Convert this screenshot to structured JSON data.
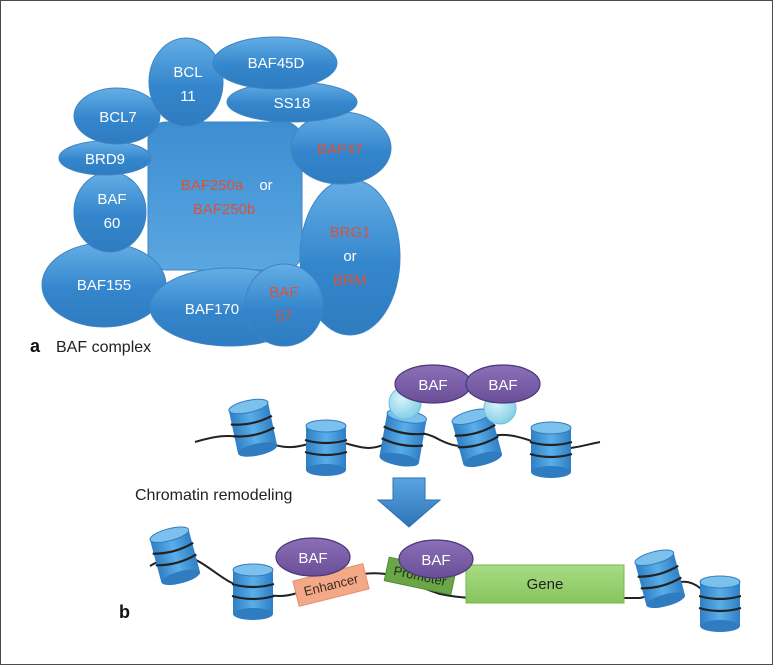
{
  "panel_a": {
    "letter": "a",
    "caption": "BAF complex",
    "subunits": {
      "bcl11_line1": "BCL",
      "bcl11_line2": "11",
      "baf45d": "BAF45D",
      "ss18": "SS18",
      "bcl7": "BCL7",
      "brd9": "BRD9",
      "baf60_line1": "BAF",
      "baf60_line2": "60",
      "baf47": "BAF47",
      "baf250a": "BAF250a",
      "baf250_or": "or",
      "baf250b": "BAF250b",
      "brg1": "BRG1",
      "brg_or": "or",
      "brm": "BRM",
      "baf155": "BAF155",
      "baf170": "BAF170",
      "baf57_line1": "BAF",
      "baf57_line2": "57"
    }
  },
  "panel_b": {
    "letter": "b",
    "process_label": "Chromatin remodeling",
    "top_baf_left": "BAF",
    "top_baf_right": "BAF",
    "bottom_baf_left": "BAF",
    "bottom_baf_right": "BAF",
    "enhancer": "Enhancer",
    "promoter": "Promoter",
    "gene": "Gene"
  },
  "colors": {
    "subunit_blue": "#3a86cc",
    "red_label": "#d9533a",
    "baf_purple": "#7a5fa6",
    "nucleosome_blue": "#3a8fd4",
    "light_cyan": "#a8e0f0",
    "enhancer_orange": "#f0a080",
    "promoter_green": "#6ea84a",
    "gene_green": "#96d070",
    "arrow_blue": "#3b83c8"
  }
}
